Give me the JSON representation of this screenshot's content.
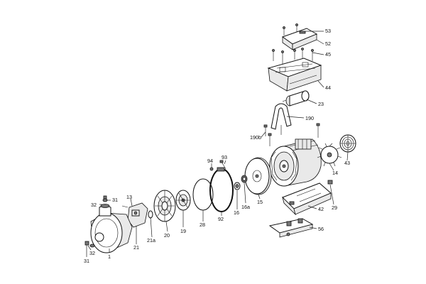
{
  "diagram": {
    "labels": {
      "p53": "53",
      "p52": "52",
      "p45": "45",
      "p44": "44",
      "p23": "23",
      "p190": "190",
      "p190b": "190b",
      "p93": "93",
      "p94": "94",
      "p14": "14",
      "p43": "43",
      "p13": "13",
      "p32a": "32",
      "p31a": "31",
      "p21": "21",
      "p21a": "21a",
      "p20": "20",
      "p19": "19",
      "p28": "28",
      "p92": "92",
      "p16": "16",
      "p16a": "16a",
      "p15": "15",
      "p42": "42",
      "p29": "29",
      "p56": "56",
      "p1": "1",
      "p32b": "32",
      "p31b": "31"
    }
  }
}
